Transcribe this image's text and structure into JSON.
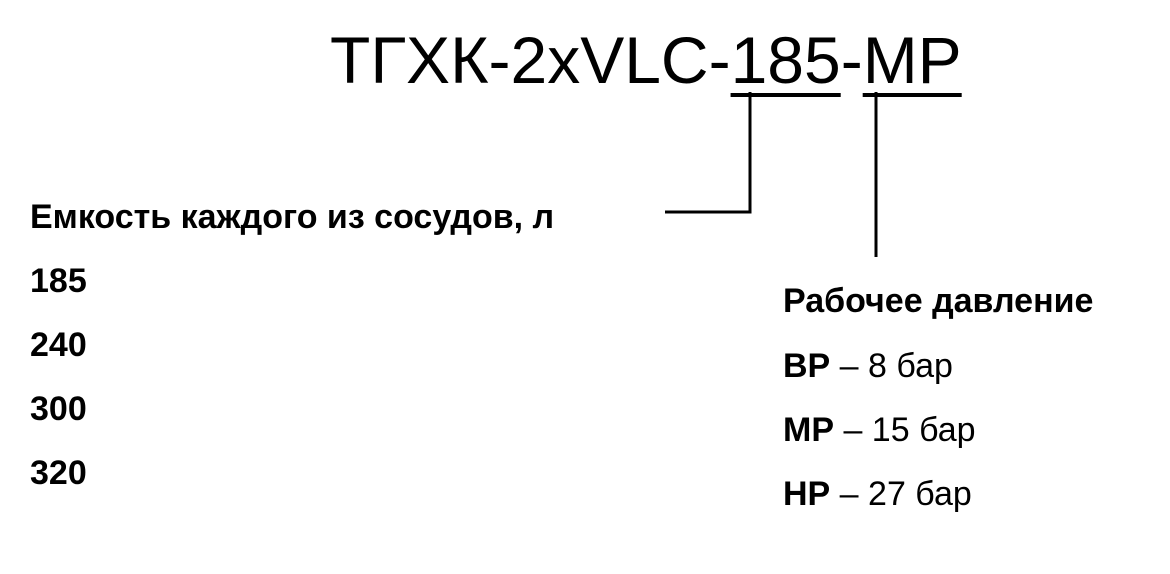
{
  "model_code": {
    "prefix": "ТГХК-2xVLC-",
    "capacity": "185",
    "separator": "-",
    "pressure": "MP"
  },
  "capacity": {
    "title": "Емкость каждого из сосудов, л",
    "options": [
      "185",
      "240",
      "300",
      "320"
    ]
  },
  "pressure": {
    "title": "Рабочее давление",
    "options": [
      {
        "code": "BP",
        "desc": " – 8 бар"
      },
      {
        "code": "MP",
        "desc": " – 15 бар"
      },
      {
        "code": "HP",
        "desc": " – 27 бар"
      }
    ]
  },
  "colors": {
    "text": "#000000",
    "background": "#ffffff"
  }
}
